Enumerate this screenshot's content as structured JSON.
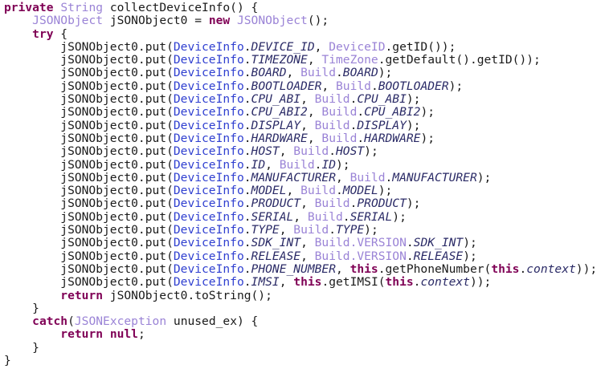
{
  "code_lines": [
    [
      [
        "k",
        "private"
      ],
      [
        "p",
        " "
      ],
      [
        "t",
        "String"
      ],
      [
        "p",
        " collectDeviceInfo() {"
      ]
    ],
    [
      [
        "p",
        "    "
      ],
      [
        "t",
        "JSONObject"
      ],
      [
        "p",
        " jSONObject0 = "
      ],
      [
        "k",
        "new"
      ],
      [
        "p",
        " "
      ],
      [
        "t",
        "JSONObject"
      ],
      [
        "p",
        "();"
      ]
    ],
    [
      [
        "p",
        "    "
      ],
      [
        "k",
        "try"
      ],
      [
        "p",
        " {"
      ]
    ],
    [
      [
        "p",
        "        jSONObject0.put("
      ],
      [
        "c",
        "DeviceInfo"
      ],
      [
        "p",
        "."
      ],
      [
        "f",
        "DEVICE_ID"
      ],
      [
        "p",
        ", "
      ],
      [
        "t",
        "DeviceID"
      ],
      [
        "p",
        ".getID());"
      ]
    ],
    [
      [
        "p",
        "        jSONObject0.put("
      ],
      [
        "c",
        "DeviceInfo"
      ],
      [
        "p",
        "."
      ],
      [
        "f",
        "TIMEZONE"
      ],
      [
        "p",
        ", "
      ],
      [
        "t",
        "TimeZone"
      ],
      [
        "p",
        ".getDefault().getID());"
      ]
    ],
    [
      [
        "p",
        "        jSONObject0.put("
      ],
      [
        "c",
        "DeviceInfo"
      ],
      [
        "p",
        "."
      ],
      [
        "f",
        "BOARD"
      ],
      [
        "p",
        ", "
      ],
      [
        "t",
        "Build"
      ],
      [
        "p",
        "."
      ],
      [
        "f",
        "BOARD"
      ],
      [
        "p",
        ");"
      ]
    ],
    [
      [
        "p",
        "        jSONObject0.put("
      ],
      [
        "c",
        "DeviceInfo"
      ],
      [
        "p",
        "."
      ],
      [
        "f",
        "BOOTLOADER"
      ],
      [
        "p",
        ", "
      ],
      [
        "t",
        "Build"
      ],
      [
        "p",
        "."
      ],
      [
        "f",
        "BOOTLOADER"
      ],
      [
        "p",
        ");"
      ]
    ],
    [
      [
        "p",
        "        jSONObject0.put("
      ],
      [
        "c",
        "DeviceInfo"
      ],
      [
        "p",
        "."
      ],
      [
        "f",
        "CPU_ABI"
      ],
      [
        "p",
        ", "
      ],
      [
        "t",
        "Build"
      ],
      [
        "p",
        "."
      ],
      [
        "f",
        "CPU_ABI"
      ],
      [
        "p",
        ");"
      ]
    ],
    [
      [
        "p",
        "        jSONObject0.put("
      ],
      [
        "c",
        "DeviceInfo"
      ],
      [
        "p",
        "."
      ],
      [
        "f",
        "CPU_ABI2"
      ],
      [
        "p",
        ", "
      ],
      [
        "t",
        "Build"
      ],
      [
        "p",
        "."
      ],
      [
        "f",
        "CPU_ABI2"
      ],
      [
        "p",
        ");"
      ]
    ],
    [
      [
        "p",
        "        jSONObject0.put("
      ],
      [
        "c",
        "DeviceInfo"
      ],
      [
        "p",
        "."
      ],
      [
        "f",
        "DISPLAY"
      ],
      [
        "p",
        ", "
      ],
      [
        "t",
        "Build"
      ],
      [
        "p",
        "."
      ],
      [
        "f",
        "DISPLAY"
      ],
      [
        "p",
        ");"
      ]
    ],
    [
      [
        "p",
        "        jSONObject0.put("
      ],
      [
        "c",
        "DeviceInfo"
      ],
      [
        "p",
        "."
      ],
      [
        "f",
        "HARDWARE"
      ],
      [
        "p",
        ", "
      ],
      [
        "t",
        "Build"
      ],
      [
        "p",
        "."
      ],
      [
        "f",
        "HARDWARE"
      ],
      [
        "p",
        ");"
      ]
    ],
    [
      [
        "p",
        "        jSONObject0.put("
      ],
      [
        "c",
        "DeviceInfo"
      ],
      [
        "p",
        "."
      ],
      [
        "f",
        "HOST"
      ],
      [
        "p",
        ", "
      ],
      [
        "t",
        "Build"
      ],
      [
        "p",
        "."
      ],
      [
        "f",
        "HOST"
      ],
      [
        "p",
        ");"
      ]
    ],
    [
      [
        "p",
        "        jSONObject0.put("
      ],
      [
        "c",
        "DeviceInfo"
      ],
      [
        "p",
        "."
      ],
      [
        "f",
        "ID"
      ],
      [
        "p",
        ", "
      ],
      [
        "t",
        "Build"
      ],
      [
        "p",
        "."
      ],
      [
        "f",
        "ID"
      ],
      [
        "p",
        ");"
      ]
    ],
    [
      [
        "p",
        "        jSONObject0.put("
      ],
      [
        "c",
        "DeviceInfo"
      ],
      [
        "p",
        "."
      ],
      [
        "f",
        "MANUFACTURER"
      ],
      [
        "p",
        ", "
      ],
      [
        "t",
        "Build"
      ],
      [
        "p",
        "."
      ],
      [
        "f",
        "MANUFACTURER"
      ],
      [
        "p",
        ");"
      ]
    ],
    [
      [
        "p",
        "        jSONObject0.put("
      ],
      [
        "c",
        "DeviceInfo"
      ],
      [
        "p",
        "."
      ],
      [
        "f",
        "MODEL"
      ],
      [
        "p",
        ", "
      ],
      [
        "t",
        "Build"
      ],
      [
        "p",
        "."
      ],
      [
        "f",
        "MODEL"
      ],
      [
        "p",
        ");"
      ]
    ],
    [
      [
        "p",
        "        jSONObject0.put("
      ],
      [
        "c",
        "DeviceInfo"
      ],
      [
        "p",
        "."
      ],
      [
        "f",
        "PRODUCT"
      ],
      [
        "p",
        ", "
      ],
      [
        "t",
        "Build"
      ],
      [
        "p",
        "."
      ],
      [
        "f",
        "PRODUCT"
      ],
      [
        "p",
        ");"
      ]
    ],
    [
      [
        "p",
        "        jSONObject0.put("
      ],
      [
        "c",
        "DeviceInfo"
      ],
      [
        "p",
        "."
      ],
      [
        "f",
        "SERIAL"
      ],
      [
        "p",
        ", "
      ],
      [
        "t",
        "Build"
      ],
      [
        "p",
        "."
      ],
      [
        "f",
        "SERIAL"
      ],
      [
        "p",
        ");"
      ]
    ],
    [
      [
        "p",
        "        jSONObject0.put("
      ],
      [
        "c",
        "DeviceInfo"
      ],
      [
        "p",
        "."
      ],
      [
        "f",
        "TYPE"
      ],
      [
        "p",
        ", "
      ],
      [
        "t",
        "Build"
      ],
      [
        "p",
        "."
      ],
      [
        "f",
        "TYPE"
      ],
      [
        "p",
        ");"
      ]
    ],
    [
      [
        "p",
        "        jSONObject0.put("
      ],
      [
        "c",
        "DeviceInfo"
      ],
      [
        "p",
        "."
      ],
      [
        "f",
        "SDK_INT"
      ],
      [
        "p",
        ", "
      ],
      [
        "t",
        "Build.VERSION"
      ],
      [
        "p",
        "."
      ],
      [
        "f",
        "SDK_INT"
      ],
      [
        "p",
        ");"
      ]
    ],
    [
      [
        "p",
        "        jSONObject0.put("
      ],
      [
        "c",
        "DeviceInfo"
      ],
      [
        "p",
        "."
      ],
      [
        "f",
        "RELEASE"
      ],
      [
        "p",
        ", "
      ],
      [
        "t",
        "Build.VERSION"
      ],
      [
        "p",
        "."
      ],
      [
        "f",
        "RELEASE"
      ],
      [
        "p",
        ");"
      ]
    ],
    [
      [
        "p",
        "        jSONObject0.put("
      ],
      [
        "c",
        "DeviceInfo"
      ],
      [
        "p",
        "."
      ],
      [
        "f",
        "PHONE_NUMBER"
      ],
      [
        "p",
        ", "
      ],
      [
        "k",
        "this"
      ],
      [
        "p",
        ".getPhoneNumber("
      ],
      [
        "k",
        "this"
      ],
      [
        "p",
        "."
      ],
      [
        "f",
        "context"
      ],
      [
        "p",
        "));"
      ]
    ],
    [
      [
        "p",
        "        jSONObject0.put("
      ],
      [
        "c",
        "DeviceInfo"
      ],
      [
        "p",
        "."
      ],
      [
        "f",
        "IMSI"
      ],
      [
        "p",
        ", "
      ],
      [
        "k",
        "this"
      ],
      [
        "p",
        ".getIMSI("
      ],
      [
        "k",
        "this"
      ],
      [
        "p",
        "."
      ],
      [
        "f",
        "context"
      ],
      [
        "p",
        "));"
      ]
    ],
    [
      [
        "p",
        "        "
      ],
      [
        "k",
        "return"
      ],
      [
        "p",
        " jSONObject0.toString();"
      ]
    ],
    [
      [
        "p",
        "    }"
      ]
    ],
    [
      [
        "p",
        "    "
      ],
      [
        "k",
        "catch"
      ],
      [
        "p",
        "("
      ],
      [
        "t",
        "JSONException"
      ],
      [
        "p",
        " unused_ex) {"
      ]
    ],
    [
      [
        "p",
        "        "
      ],
      [
        "k",
        "return"
      ],
      [
        "p",
        " "
      ],
      [
        "k",
        "null"
      ],
      [
        "p",
        ";"
      ]
    ],
    [
      [
        "p",
        "    }"
      ]
    ],
    [
      [
        "p",
        "}"
      ]
    ]
  ]
}
